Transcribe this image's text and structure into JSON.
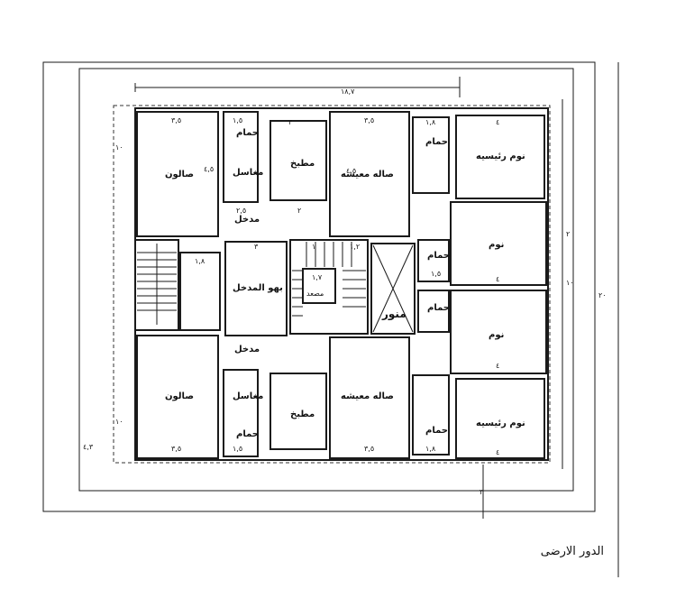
{
  "caption": "الدور الارضى",
  "rooms": {
    "salon": "صالون",
    "kitchen": "مطبخ",
    "living": "صاله معيشه",
    "master_bed": "نوم رئيسيه",
    "bed": "نوم",
    "bath": "حمام",
    "washbasin": "مغاسل",
    "entrance": "مدخل",
    "lobby": "بهو المدخل",
    "lightwell": "منور",
    "elevator": "مصعد"
  },
  "dims": {
    "overall_width": "١٨,٧",
    "overall_depth": "٢٠",
    "side_1": "١٠",
    "side_2": "١٠",
    "setback_2": "٢",
    "setback_3": "٣",
    "d_3_5": "٣,٥",
    "d_1_5": "١,٥",
    "d_3": "٣",
    "d_1_8": "١,٨",
    "d_4": "٤",
    "d_4_5": "٤,٥",
    "d_2_5": "٢,٥",
    "d_1_2": "١,٢",
    "d_4_3": "٤,٣",
    "d_2": "٢",
    "d_1": "١",
    "d_1_7": "١,٧"
  }
}
